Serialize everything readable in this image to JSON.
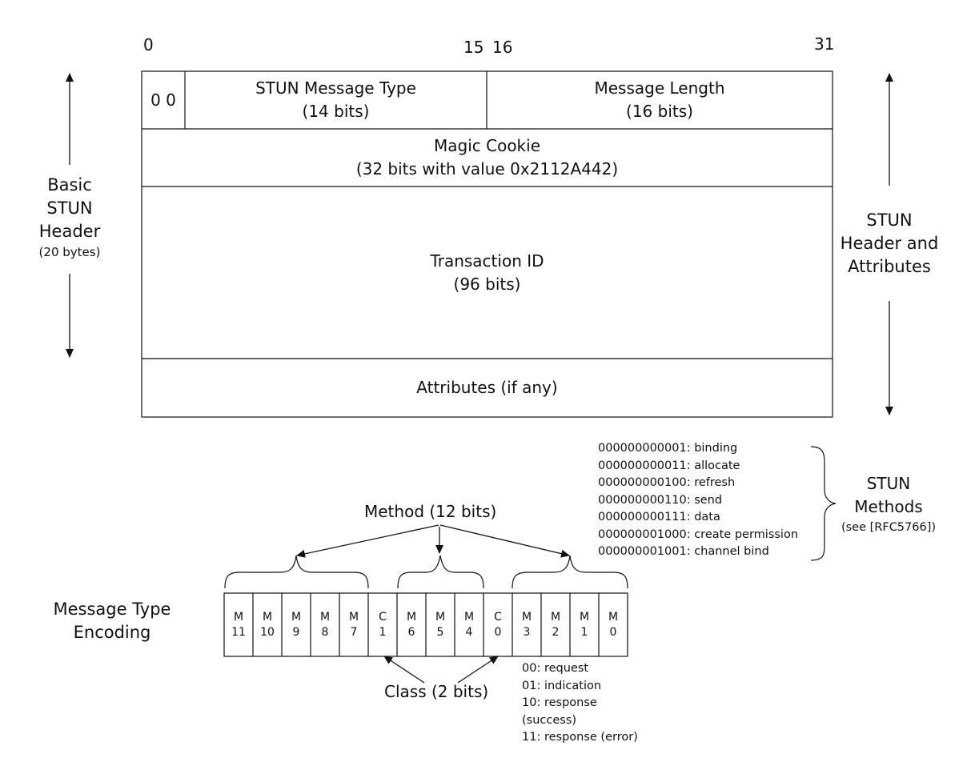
{
  "bit_positions": [
    "0",
    "15",
    "16",
    "31"
  ],
  "header": {
    "zero_bits": "0 0",
    "message_type": {
      "label": "STUN Message Type",
      "size": "(14 bits)"
    },
    "message_length": {
      "label": "Message Length",
      "size": "(16 bits)"
    },
    "magic_cookie": {
      "label": "Magic Cookie",
      "size": "(32 bits with value 0x2112A442)"
    },
    "transaction_id": {
      "label": "Transaction ID",
      "size": "(96 bits)"
    },
    "attributes": {
      "label": "Attributes (if any)"
    }
  },
  "left_annotation": {
    "lines": [
      "Basic",
      "STUN",
      "Header"
    ],
    "note": "(20 bytes)"
  },
  "right_annotation": {
    "lines": [
      "STUN",
      "Header and",
      "Attributes"
    ]
  },
  "methods": {
    "list": [
      "000000000001: binding",
      "000000000011: allocate",
      "000000000100: refresh",
      "000000000110: send",
      "000000000111: data",
      "000000001000: create permission",
      "000000001001: channel bind"
    ],
    "label_lines": [
      "STUN",
      "Methods"
    ],
    "label_note": "(see [RFC5766])"
  },
  "encoding": {
    "method_label": "Method (12 bits)",
    "title_lines": [
      "Message Type",
      "Encoding"
    ],
    "cells": [
      {
        "top": "M",
        "bottom": "11"
      },
      {
        "top": "M",
        "bottom": "10"
      },
      {
        "top": "M",
        "bottom": "9"
      },
      {
        "top": "M",
        "bottom": "8"
      },
      {
        "top": "M",
        "bottom": "7"
      },
      {
        "top": "C",
        "bottom": "1"
      },
      {
        "top": "M",
        "bottom": "6"
      },
      {
        "top": "M",
        "bottom": "5"
      },
      {
        "top": "M",
        "bottom": "4"
      },
      {
        "top": "C",
        "bottom": "0"
      },
      {
        "top": "M",
        "bottom": "3"
      },
      {
        "top": "M",
        "bottom": "2"
      },
      {
        "top": "M",
        "bottom": "1"
      },
      {
        "top": "M",
        "bottom": "0"
      }
    ],
    "class_label": "Class (2 bits)",
    "class_values": [
      "00: request",
      "01: indication",
      "10: response",
      "(success)",
      "11: response (error)"
    ]
  }
}
